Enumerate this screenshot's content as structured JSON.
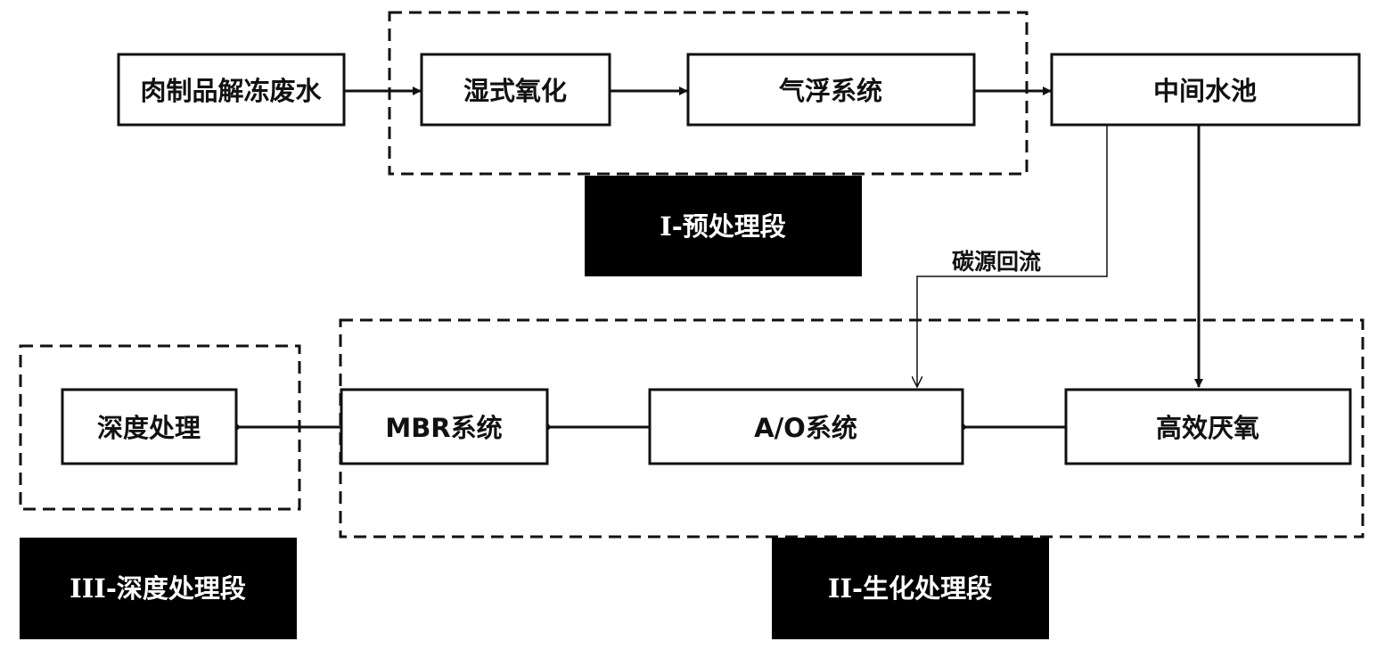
{
  "boxes": {
    "source": "肉制品解冻废水",
    "wet_oxidation": "湿式氧化",
    "air_flotation": "气浮系统",
    "intermediate_tank": "中间水池",
    "anaerobic": "高效厌氧",
    "ao_system": "A/O系统",
    "mbr_system": "MBR系统",
    "advanced_treatment": "深度处理"
  },
  "stages": {
    "stage1": "I-预处理段",
    "stage2": "II-生化处理段",
    "stage3": "III-深度处理段"
  },
  "annotations": {
    "carbon_return": "碳源回流"
  },
  "colors": {
    "line": "#111111",
    "label_bg": "#000000",
    "label_text": "#ffffff"
  }
}
